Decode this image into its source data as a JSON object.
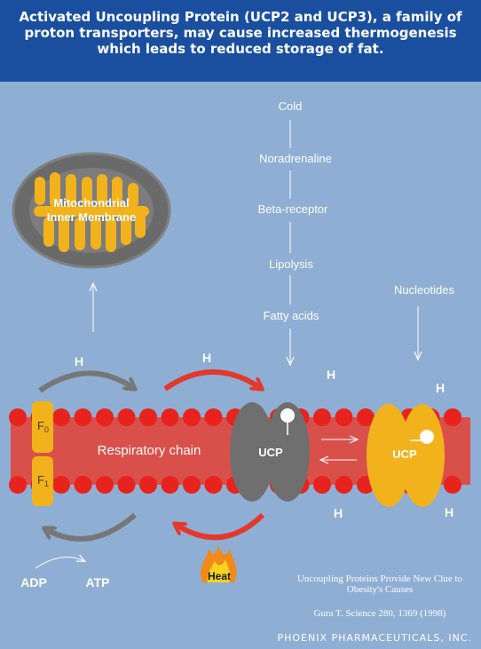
{
  "header": {
    "lines": [
      "Activated Uncoupling Protein (UCP2 and UCP3), a family of",
      "proton transporters, may cause increased thermogenesis",
      "which leads to reduced storage of fat."
    ]
  },
  "mitochondrion": {
    "label_line1": "Mitochondrial",
    "label_line2": "Inner Membrane"
  },
  "pathway": [
    "Cold",
    "Noradrenaline",
    "Beta-receptor",
    "Lipolysis",
    "Fatty acids"
  ],
  "nucleotides": "Nucleotides",
  "membrane": {
    "respiratory_chain": "Respiratory chain",
    "f0_main": "F",
    "f0_sub": "0",
    "f1_main": "F",
    "f1_sub": "1",
    "ucp_gray": "UCP",
    "ucp_yellow": "UCP"
  },
  "protons": {
    "h_label": "H"
  },
  "energy": {
    "adp": "ADP",
    "atp": "ATP",
    "heat": "Heat"
  },
  "citation": {
    "title_line1": "Uncoupling Proteins Provide New Clue to",
    "title_line2": "Obesity's Causes",
    "reference": "Gura T. Science 280, 1369 (1998)"
  },
  "footer": "PHOENIX PHARMACEUTICALS, INC.",
  "colors": {
    "background": "#8faed4",
    "header": "#1a4fa0",
    "membrane": "#d9504a",
    "bead": "#e8231e",
    "yellow": "#f2b21c",
    "gray": "#6f6f6f",
    "red_arrow": "#e3382c",
    "gray_arrow": "#777777"
  }
}
